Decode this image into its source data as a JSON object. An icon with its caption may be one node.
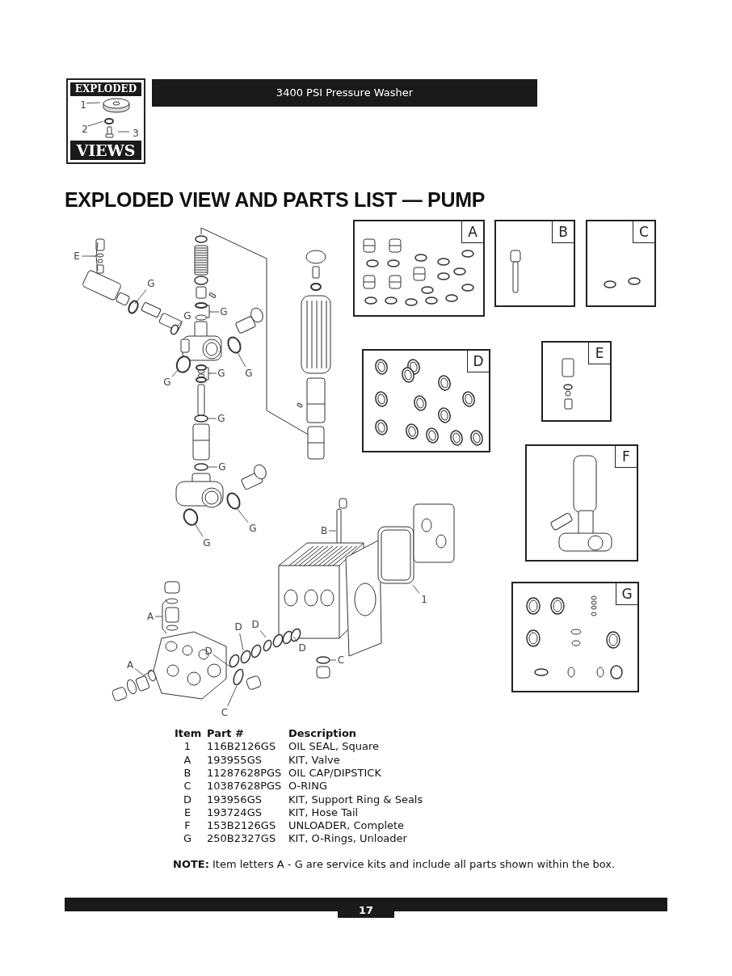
{
  "diagram": {
    "title": "EXPLODED VIEW AND PARTS LIST — PUMP",
    "nodes": [
      {
        "text": [
          "EXPLODED",
          "VIEWS"
        ]
      },
      {
        "text": [
          "1"
        ],
        "in": 0
      },
      {
        "text": [
          "2"
        ],
        "in": 0
      },
      {
        "text": [
          "3"
        ],
        "in": 0
      },
      {
        "text": [
          "E"
        ]
      },
      {
        "text": [
          "G"
        ]
      },
      {
        "text": [
          "G"
        ]
      },
      {
        "text": [
          "G"
        ]
      },
      {
        "text": [
          "G"
        ]
      },
      {
        "text": [
          "G"
        ]
      },
      {
        "text": [
          "G"
        ]
      },
      {
        "text": [
          "G"
        ]
      },
      {
        "text": [
          "G"
        ]
      },
      {
        "text": [
          "G"
        ]
      },
      {
        "text": [
          "B"
        ]
      },
      {
        "text": [
          "G"
        ]
      },
      {
        "text": [
          "1"
        ]
      },
      {
        "text": [
          "A"
        ]
      },
      {
        "text": [
          "D"
        ]
      },
      {
        "text": [
          "D"
        ]
      },
      {
        "text": [
          "D"
        ]
      },
      {
        "text": [
          "D"
        ]
      },
      {
        "text": [
          "C"
        ]
      },
      {
        "text": [
          "A"
        ]
      },
      {
        "text": [
          "C"
        ]
      },
      {
        "text": [
          "A"
        ]
      },
      {
        "text": [
          "B"
        ]
      },
      {
        "text": [
          "C"
        ]
      },
      {
        "text": [
          "D"
        ]
      },
      {
        "text": [
          "E"
        ]
      },
      {
        "text": [
          "F"
        ]
      },
      {
        "text": [
          "G"
        ]
      }
    ],
    "edges": [
      {
        "from": 1,
        "to": null,
        "arrow": "none"
      },
      {
        "from": 2,
        "to": null,
        "arrow": "none"
      },
      {
        "from": 3,
        "to": null,
        "arrow": "none"
      },
      {
        "from": 4,
        "to": null,
        "arrow": "none"
      },
      {
        "from": 5,
        "to": null,
        "arrow": "none"
      },
      {
        "from": 6,
        "to": null,
        "arrow": "none"
      },
      {
        "from": 7,
        "to": null,
        "arrow": "none"
      },
      {
        "from": 8,
        "to": null,
        "arrow": "none"
      },
      {
        "from": 9,
        "to": null,
        "arrow": "none"
      },
      {
        "from": 10,
        "to": null,
        "arrow": "none"
      },
      {
        "from": 11,
        "to": null,
        "arrow": "none"
      },
      {
        "from": 12,
        "to": null,
        "arrow": "none"
      },
      {
        "from": 13,
        "to": null,
        "arrow": "none"
      },
      {
        "from": 14,
        "to": null,
        "arrow": "none"
      },
      {
        "from": 15,
        "to": null,
        "arrow": "none"
      },
      {
        "from": 16,
        "to": null,
        "arrow": "none"
      },
      {
        "from": 17,
        "to": null,
        "arrow": "none"
      },
      {
        "from": 18,
        "to": null,
        "arrow": "none"
      },
      {
        "from": 19,
        "to": null,
        "arrow": "none"
      },
      {
        "from": 20,
        "to": null,
        "arrow": "none"
      },
      {
        "from": 21,
        "to": null,
        "arrow": "none"
      },
      {
        "from": 22,
        "to": null,
        "arrow": "none"
      },
      {
        "from": 23,
        "to": null,
        "arrow": "none"
      },
      {
        "from": 24,
        "to": null,
        "arrow": "none"
      }
    ],
    "labels": [
      "3400 PSI Pressure Washer",
      "Item",
      "Part #",
      "Description",
      "1",
      "116B2126GS",
      "OIL SEAL, Square",
      "A",
      "193955GS",
      "KIT, Valve",
      "B",
      "11287628PGS",
      "OIL CAP/DIPSTICK",
      "C",
      "10387628PGS",
      "O-RING",
      "D",
      "193956GS",
      "KIT, Support Ring & Seals",
      "E",
      "193724GS",
      "KIT, Hose Tail",
      "F",
      "153B2126GS",
      "UNLOADER, Complete",
      "G",
      "250B2327GS",
      "KIT, O-Rings, Unloader",
      "**NOTE:** Item letters A - G are service kits and include all parts shown within the box.",
      "17"
    ]
  }
}
